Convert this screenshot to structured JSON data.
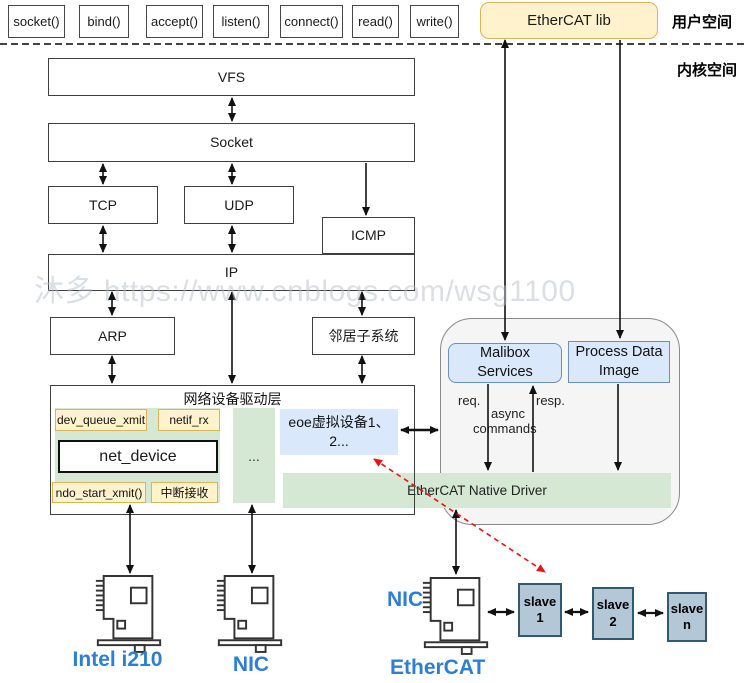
{
  "watermark": "沐多 https://www.cnblogs.com/wsg1100",
  "labels": {
    "user_space": "用户空间",
    "kernel_space": "内核空间"
  },
  "syscalls": [
    "socket()",
    "bind()",
    "accept()",
    "listen()",
    "connect()",
    "read()",
    "write()"
  ],
  "ethercat_lib": "EtherCAT lib",
  "stack": {
    "vfs": "VFS",
    "socket": "Socket",
    "tcp": "TCP",
    "udp": "UDP",
    "icmp": "ICMP",
    "ip": "IP",
    "arp": "ARP",
    "neighbor": "邻居子系统"
  },
  "driver": {
    "title": "网络设备驱动层",
    "dev_queue_xmit": "dev_queue_xmit",
    "netif_rx": "netif_rx",
    "net_device": "net_device",
    "ndo_start_xmit": "ndo_start_xmit()",
    "interrupt_rx": "中断接收",
    "ellipsis": "...",
    "eoe_line1": "eoe虚拟设备1、",
    "eoe_line2": "2..."
  },
  "master": {
    "mailbox": "Malibox Services",
    "process_data": "Process Data Image",
    "req": "req.",
    "async_line1": "async",
    "async_line2": "commands",
    "resp": "resp.",
    "native_driver": "EtherCAT Native Driver"
  },
  "hardware": {
    "nic1_label": "Intel i210",
    "nic2_label": "NIC",
    "nic3_side_label": "NIC",
    "nic3_label": "EtherCAT"
  },
  "slaves": [
    "slave 1",
    "slave 2",
    "slave n"
  ],
  "colors": {
    "yellow_fill": "#FFF2CC",
    "yellow_border": "#D6B656",
    "green_fill": "#D5E8D4",
    "blue_fill": "#DAE8FC",
    "blue_border": "#6C8EBF",
    "container_fill": "#F5F5F5",
    "slave_fill": "#B4C7D6",
    "slave_border": "#33596E",
    "hw_label_blue": "#2E7FD4",
    "red_arrow": "#EE1111"
  }
}
